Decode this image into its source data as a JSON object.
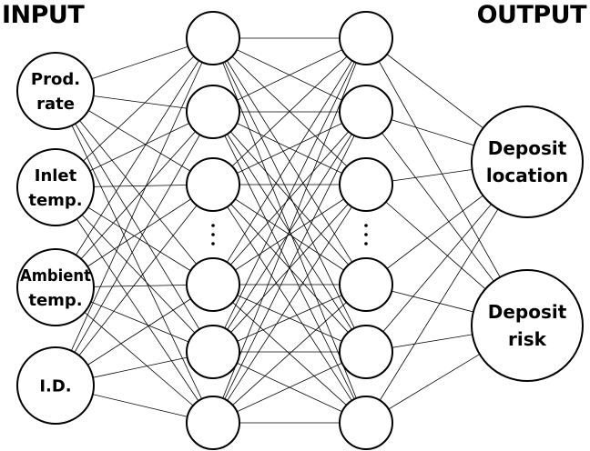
{
  "titles": {
    "input": "INPUT",
    "output": "OUTPUT"
  },
  "inputs": [
    {
      "lines": [
        "Prod.",
        "rate"
      ]
    },
    {
      "lines": [
        "Inlet",
        "temp."
      ]
    },
    {
      "lines": [
        "Ambient",
        "temp."
      ]
    },
    {
      "lines": [
        "I.D."
      ]
    }
  ],
  "outputs": [
    {
      "lines": [
        "Deposit",
        "location"
      ]
    },
    {
      "lines": [
        "Deposit",
        "risk"
      ]
    }
  ],
  "hidden_layers": [
    {
      "nodes_above_ellipsis": 3,
      "nodes_below_ellipsis": 3,
      "ellipsis": "⋮"
    },
    {
      "nodes_above_ellipsis": 3,
      "nodes_below_ellipsis": 3,
      "ellipsis": "⋮"
    }
  ],
  "colors": {
    "line": "#000000",
    "node_fill": "#ffffff",
    "text": "#000000"
  }
}
